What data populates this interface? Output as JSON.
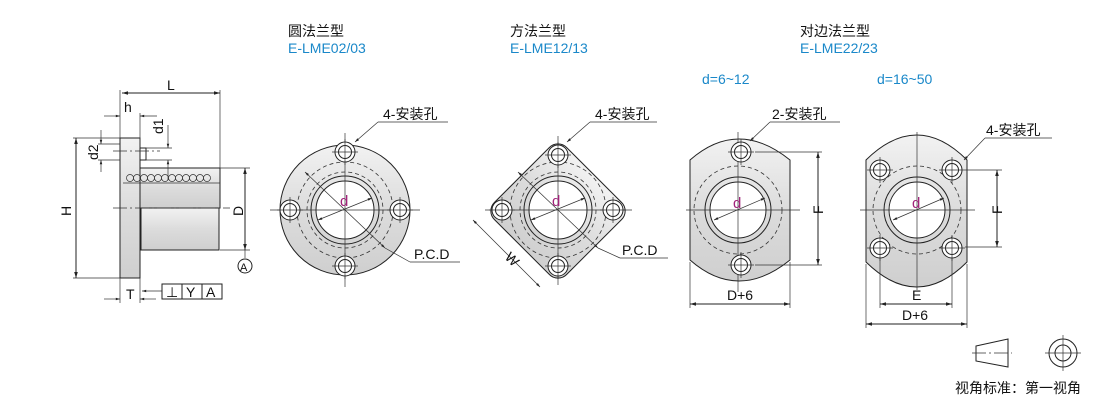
{
  "types": [
    {
      "name": "圆法兰型",
      "model": "E-LME02/03"
    },
    {
      "name": "方法兰型",
      "model": "E-LME12/13"
    },
    {
      "name": "对边法兰型",
      "model": "E-LME22/23"
    }
  ],
  "ranges": {
    "small": "d=6~12",
    "large": "d=16~50"
  },
  "side_view": {
    "L": "L",
    "h": "h",
    "d1": "d1",
    "d2": "d2",
    "H": "H",
    "D": "D",
    "T": "T",
    "datum": "A",
    "tolerance": [
      "⊥",
      "Y",
      "A"
    ]
  },
  "labels": {
    "holes4": "4-安装孔",
    "holes2": "2-安装孔",
    "pcd": "P.C.D",
    "d": "d",
    "W": "W",
    "F": "F",
    "E": "E",
    "D6": "D+6"
  },
  "projection": "视角标准：第一视角",
  "colors": {
    "accent": "#1a88c9",
    "d_label": "#a0237a"
  }
}
